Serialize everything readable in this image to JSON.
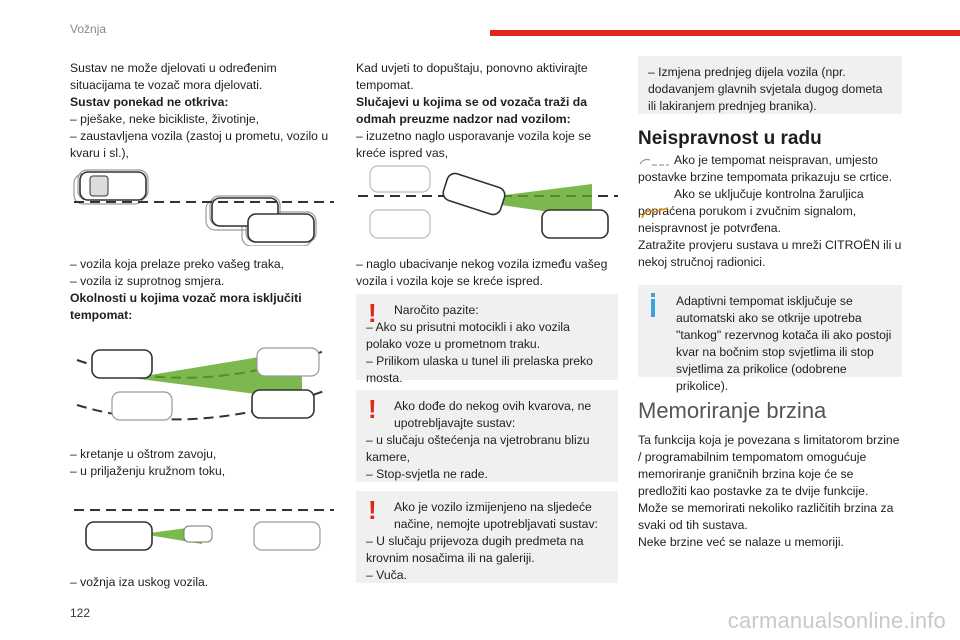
{
  "header": {
    "section": "Vožnja",
    "page_number": "122"
  },
  "watermark": "carmanualsonline.info",
  "col1": {
    "p1": "Sustav ne može djelovati u određenim situacijama te vozač mora djelovati.",
    "h1": "Sustav ponekad ne otkriva:",
    "l1": "– pješake, neke bicikliste, životinje,",
    "l2": "– zaustavljena vozila (zastoj u prometu, vozilo u kvaru i sl.),",
    "l3": "– vozila koja prelaze preko vašeg traka,",
    "l4": "– vozila iz suprotnog smjera.",
    "h2": "Okolnosti u kojima vozač mora isključiti tempomat:",
    "l5": "– kretanje u oštrom zavoju,",
    "l6": "– u priljaženju kružnom toku,",
    "l7": "– vožnja iza uskog vozila."
  },
  "col2": {
    "p1": "Kad uvjeti to dopuštaju, ponovno aktivirajte tempomat.",
    "h1": "Slučajevi u kojima se od vozača traži da odmah preuzme nadzor nad vozilom:",
    "l1": "– izuzetno naglo usporavanje vozila koje se kreće ispred vas,",
    "l2": "– naglo ubacivanje nekog vozila između vašeg vozila i vozila koje se kreće ispred.",
    "warn1": {
      "title": "Naročito pazite:",
      "l1": "– Ako su prisutni motocikli i ako vozila polako voze u prometnom traku.",
      "l2": "– Prilikom ulaska u tunel ili prelaska preko mosta."
    },
    "warn2": {
      "title": "Ako dođe do nekog ovih kvarova, ne upotrebljavajte sustav:",
      "l1": "– u slučaju oštećenja na vjetrobranu blizu kamere,",
      "l2": "– Stop-svjetla ne rade."
    },
    "warn3": {
      "title": "Ako je vozilo izmijenjeno na sljedeće načine, nemojte upotrebljavati sustav:",
      "l1": "– U slučaju prijevoza dugih predmeta na krovnim nosačima ili na galeriji.",
      "l2": "– Vuča."
    }
  },
  "col3": {
    "box1": "– Izmjena prednjeg dijela vozila (npr. dodavanjem glavnih svjetala dugog dometa ili lakiranjem prednjeg branika).",
    "h1": "Neispravnost u radu",
    "p1": "Ako je tempomat neispravan, umjesto postavke brzine tempomata prikazuju se crtice.",
    "p2": "Ako se uključuje kontrolna žaruljica popraćena porukom i zvučnim signalom, neispravnost je potvrđena.",
    "p3": "Zatražite provjeru sustava u mreži CITROËN ili u nekoj stručnoj radionici.",
    "info": "Adaptivni tempomat isključuje se automatski ako se otkrije upotreba \"tankog\" rezervnog kotača ili ako postoji kvar na bočnim stop svjetlima ili stop svjetlima za prikolice (odobrene prikolice).",
    "h2": "Memoriranje brzina",
    "p4": "Ta funkcija koja je povezana s limitatorom brzine / programabilnim tempomatom omogućuje memoriranje graničnih brzina koje će se predložiti kao postavke za te dvije funkcije.",
    "p5": "Može se memorirati nekoliko različitih brzina za svaki od tih sustava.",
    "p6": "Neke brzine već se nalaze u memoriji."
  },
  "colors": {
    "accent": "#e1251b",
    "info": "#3ba3dd",
    "box": "#f0f0f0",
    "beam": "#5aa620"
  },
  "icons": {
    "dash_display": "speed-dashes-icon",
    "warning_lamp": "warning-lamp-icon",
    "warning": "exclamation-icon",
    "info": "info-icon"
  }
}
